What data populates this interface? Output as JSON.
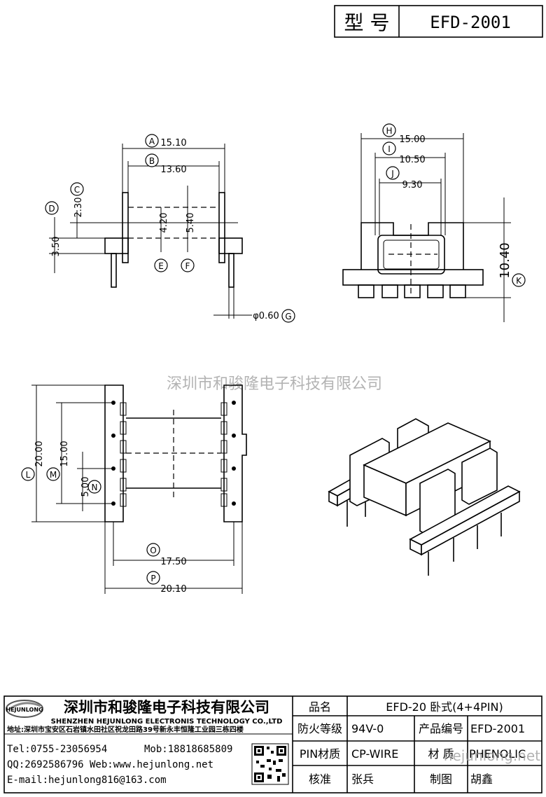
{
  "header": {
    "model_label": "型 号",
    "model_value": "EFD-2001"
  },
  "dimensions": {
    "A": "15.10",
    "B": "13.60",
    "C": "2.30",
    "D": "3.50",
    "E": "4.20",
    "F": "5.40",
    "G": "φ0.60",
    "H": "15.00",
    "I": "10.50",
    "J": "9.30",
    "K": "10.40",
    "L": "20.00",
    "M": "15.00",
    "N": "5.00",
    "O": "17.50",
    "P": "20.10"
  },
  "watermark": {
    "center": "深圳市和骏隆电子科技有限公司",
    "corner": "hejunlong.net"
  },
  "company": {
    "logo_text": "HEJUNLONG",
    "name_cn": "深圳市和骏隆电子科技有限公司",
    "name_en": "SHENZHEN HEJUNLONG ELECTRONIS TECHNOLOGY CO.,LTD",
    "address": "地址:深圳市宝安区石岩镇水田社区祝龙田路39号新永丰恒隆工业园三栋四楼",
    "tel": "Tel:0755-23056954",
    "mob": "Mob:18818685809",
    "qq_web": "QQ:2692586796 Web:www.hejunlong.net",
    "email": "E-mail:hejunlong816@163.com"
  },
  "specs": {
    "name_label": "品名",
    "name_value": "EFD-20 卧式(4+4PIN)",
    "fire_label": "防火等级",
    "fire_value": "94V-0",
    "code_label": "产品编号",
    "code_value": "EFD-2001",
    "pin_label": "PIN材质",
    "pin_value": "CP-WIRE",
    "material_label": "材  质",
    "material_value": "PHENOLIC",
    "check_label": "核准",
    "check_value": "张兵",
    "draw_label": "制图",
    "draw_value": "胡鑫"
  }
}
